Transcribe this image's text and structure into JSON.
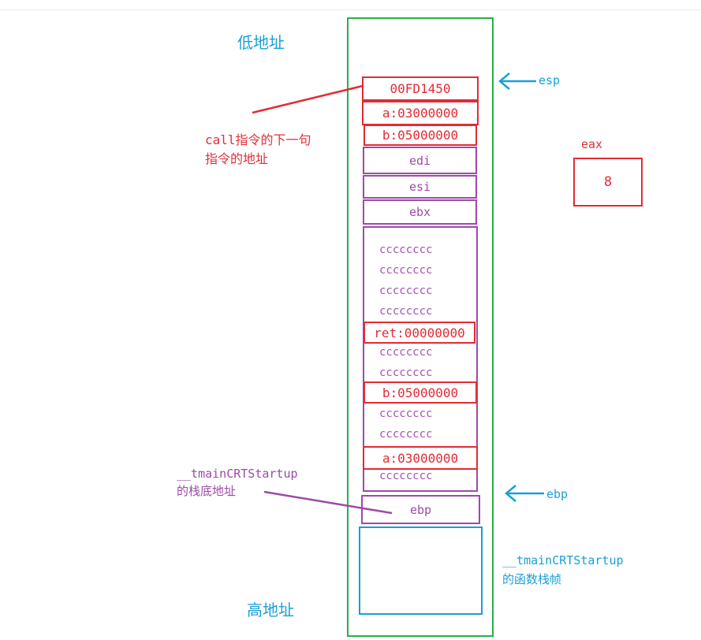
{
  "labels": {
    "low_addr": "低地址",
    "high_addr": "高地址",
    "esp": "esp",
    "ebp": "ebp",
    "eax": "eax",
    "eax_value": "8",
    "call_note_line1": "call指令的下一句",
    "call_note_line2": "指令的地址",
    "tmain_note_line1": "__tmainCRTStartup",
    "tmain_note_line2": "的栈底地址",
    "frame_note_line1": "__tmainCRTStartup",
    "frame_note_line2": "的函数栈帧"
  },
  "stack": {
    "return_address": "00FD1450",
    "arg_a": "a:03000000",
    "arg_b": "b:05000000",
    "saved_edi": "edi",
    "saved_esi": "esi",
    "saved_ebx": "ebx",
    "fill": "cccccccc",
    "local_ret": "ret:00000000",
    "local_b": "b:05000000",
    "local_a": "a:03000000",
    "saved_ebp": "ebp"
  },
  "colors": {
    "frame_border": "#25b04a",
    "value_box": "#e32b34",
    "saved_box": "#9d4aa8",
    "caller_frame": "#1a9fd6"
  }
}
